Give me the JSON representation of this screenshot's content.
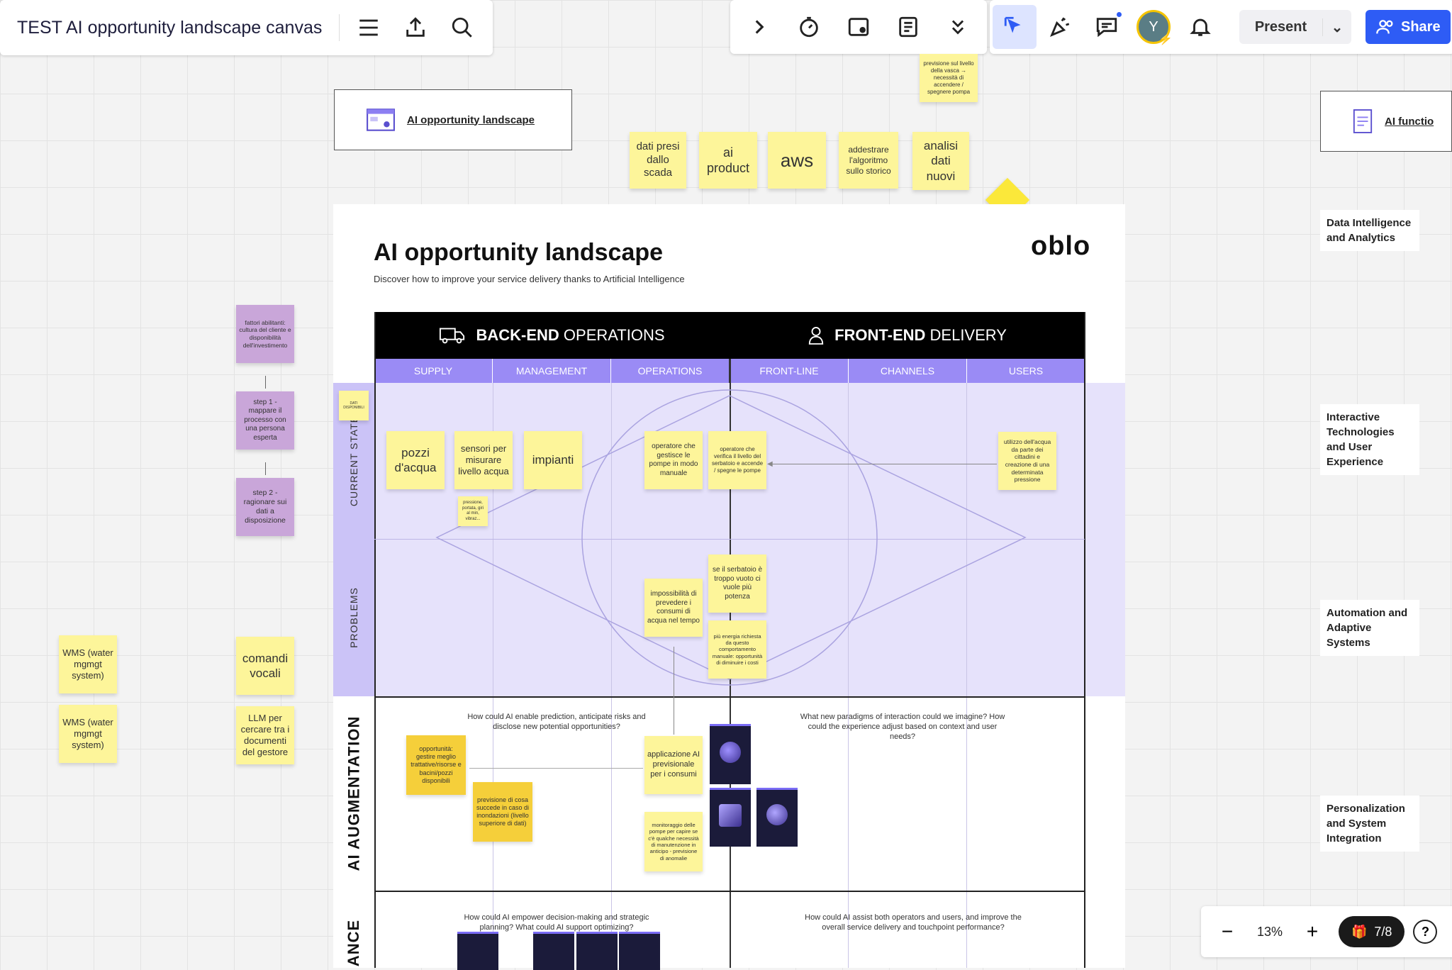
{
  "toolbar": {
    "board_title": "TEST AI opportunity landscape canvas",
    "present_label": "Present",
    "share_label": "Share",
    "avatar_initial": "Y"
  },
  "frame_cards": {
    "left": "AI opportunity landscape",
    "right": "AI functio"
  },
  "top_stickies": {
    "s1": "dati presi dallo scada",
    "s2": "ai product",
    "s3": "aws",
    "s4": "addestrare l'algoritmo sullo storico",
    "s5": "analisi dati nuovi",
    "s6": "previsione sul livello della vasca → necessità di accendere / spegnere pompa"
  },
  "board": {
    "title": "AI opportunity landscape",
    "subtitle": "Discover how to improve your service delivery thanks to Artificial Intelligence",
    "logo": "oblo",
    "backend_bold": "BACK-END",
    "backend_rest": "OPERATIONS",
    "frontend_bold": "FRONT-END",
    "frontend_rest": "DELIVERY",
    "columns": [
      "SUPPLY",
      "MANAGEMENT",
      "OPERATIONS",
      "FRONT-LINE",
      "CHANNELS",
      "USERS"
    ],
    "rows": {
      "current": "CURRENT STATE",
      "problems": "PROBLEMS",
      "augmentation": "AI AUGMENTATION",
      "governance": "ANCE"
    },
    "questions": {
      "q1": "How could AI enable prediction, anticipate risks and disclose new potential opportunities?",
      "q2": "What new paradigms of interaction could we imagine? How could the experience adjust based on context and user needs?",
      "q3": "How could AI empower decision-making and strategic planning? What could AI support optimizing?",
      "q4": "How could AI assist both operators and users, and improve the overall service delivery and touchpoint performance?"
    }
  },
  "board_stickies": {
    "dati": "DATI DISPONIBILI",
    "pozzi": "pozzi d'acqua",
    "sensori": "sensori per misurare livello acqua",
    "impianti": "impianti",
    "pressione": "pressione, portata, giri al min, vibraz...",
    "operatore1": "operatore che gestisce le pompe in modo manuale",
    "operatore2": "operatore che verifica il livello del serbatoio e accende / spegne le pompe",
    "utilizzo": "utilizzo dell'acqua da parte dei cittadini e creazione di una determinata pressione",
    "serbatoio": "se il serbatoio è troppo vuoto ci vuole più potenza",
    "impossibilita": "impossibilità di prevedere i consumi di acqua nel tempo",
    "energia": "più energia richiesta da questo comportamento manuale: opportunità di diminuire i costi",
    "applicazione": "applicazione AI previsionale per i consumi",
    "opportunita": "opportunità: gestire meglio trattative/risorse e bacini/pozzi disponibili",
    "previsione_cosa": "previsione di cosa succede in caso di inondazioni (livello superiore di dati)",
    "monitoraggio": "monitoraggio delle pompe per capire se c'è qualche necessità di manutenzione in anticipo - previsione di anomalie"
  },
  "left_stickies": {
    "fattori": "fattori abilitanti: cultura del cliente e disponibilità dell'investimento",
    "step1": "step 1 - mappare il processo con una persona esperta",
    "step2": "step 2 - ragionare sui dati a disposizione",
    "wms1": "WMS (water mgmgt system)",
    "wms2": "WMS (water mgmgt system)",
    "comandi": "comandi vocali",
    "llm": "LLM per cercare tra i documenti del gestore"
  },
  "categories": [
    "Data Intelligence and Analytics",
    "Interactive Technologies and User Experience",
    "Automation and Adaptive Systems",
    "Personalization and System Integration"
  ],
  "zoom": {
    "level": "13%",
    "page": "7/8"
  },
  "colors": {
    "accent": "#2e5cf5",
    "purple_header": "#9a8bf5",
    "band": "#e6e2fb",
    "sticky_yellow": "#fdf59a",
    "sticky_purple": "#c9a6d9"
  }
}
